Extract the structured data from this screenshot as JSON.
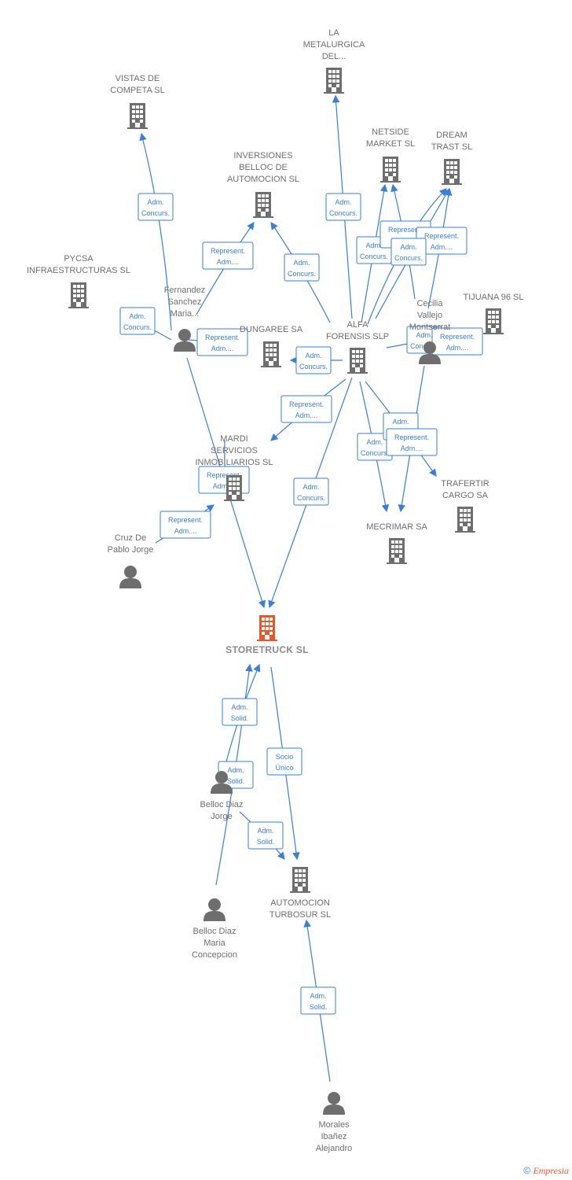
{
  "colors": {
    "edge": "#3a7fd5",
    "node": "#6e6e6e",
    "focus": "#e8572a"
  },
  "nodes": [
    {
      "id": "lametal",
      "kind": "company",
      "lines": [
        "LA",
        "METALURGICA",
        "DEL..."
      ]
    },
    {
      "id": "vistas",
      "kind": "company",
      "lines": [
        "VISTAS DE",
        "COMPETA SL"
      ]
    },
    {
      "id": "inversiones",
      "kind": "company",
      "lines": [
        "INVERSIONES",
        "BELLOC DE",
        "AUTOMOCION SL"
      ]
    },
    {
      "id": "netside",
      "kind": "company",
      "lines": [
        "NETSIDE",
        "MARKET SL"
      ]
    },
    {
      "id": "dream",
      "kind": "company",
      "lines": [
        "DREAM",
        "TRAST SL"
      ]
    },
    {
      "id": "pycsa",
      "kind": "company",
      "lines": [
        "PYCSA",
        "INFRAESTRUCTURAS SL"
      ]
    },
    {
      "id": "fernandez",
      "kind": "person",
      "lines": [
        "Fernandez",
        "Sanchez",
        "Maria..."
      ]
    },
    {
      "id": "dungaree",
      "kind": "company",
      "lines": [
        "DUNGAREE SA"
      ]
    },
    {
      "id": "alfa",
      "kind": "company",
      "lines": [
        "ALFA",
        "FORENSIS SLP"
      ]
    },
    {
      "id": "cecilia",
      "kind": "person",
      "lines": [
        "Cecilia",
        "Vallejo",
        "Montserrat"
      ]
    },
    {
      "id": "tijuana",
      "kind": "company",
      "lines": [
        "TIJUANA 96 SL"
      ]
    },
    {
      "id": "mardi",
      "kind": "company",
      "lines": [
        "MARDI",
        "SERVICIOS",
        "INMOBILIARIOS SL"
      ]
    },
    {
      "id": "trafertir",
      "kind": "company",
      "lines": [
        "TRAFERTIR",
        "CARGO SA"
      ]
    },
    {
      "id": "mecrimar",
      "kind": "company",
      "lines": [
        "MECRIMAR SA"
      ]
    },
    {
      "id": "cruz",
      "kind": "person",
      "lines": [
        "Cruz De",
        "Pablo Jorge"
      ]
    },
    {
      "id": "storetruck",
      "kind": "focus",
      "lines": [
        "STORETRUCK SL"
      ]
    },
    {
      "id": "bellocj",
      "kind": "person",
      "lines": [
        "Belloc Diaz",
        "Jorge"
      ]
    },
    {
      "id": "automocion",
      "kind": "company",
      "lines": [
        "AUTOMOCION",
        "TURBOSUR SL"
      ]
    },
    {
      "id": "bellocm",
      "kind": "person",
      "lines": [
        "Belloc Diaz",
        "Maria",
        "Concepcion"
      ]
    },
    {
      "id": "morales",
      "kind": "person",
      "lines": [
        "Morales",
        "Ibañez",
        "Alejandro"
      ]
    }
  ],
  "relations": [
    {
      "id": "r1",
      "lines": [
        "Adm.",
        "Concurs."
      ]
    },
    {
      "id": "r2",
      "lines": [
        "Represent.",
        "Adm...."
      ]
    },
    {
      "id": "r3",
      "lines": [
        "Adm.",
        "Concurs."
      ]
    },
    {
      "id": "r4",
      "lines": [
        "Adm.",
        "Concurs."
      ]
    },
    {
      "id": "r5",
      "lines": [
        "Represent.",
        "Adm...."
      ]
    },
    {
      "id": "r6",
      "lines": [
        "Adm.",
        "Concurs."
      ]
    },
    {
      "id": "r7",
      "lines": [
        "Adm.",
        "Concurs."
      ]
    },
    {
      "id": "r8",
      "lines": [
        "Represent.",
        "Adm...."
      ]
    },
    {
      "id": "r9",
      "lines": [
        "Adm.",
        "Concurs."
      ]
    },
    {
      "id": "r10",
      "lines": [
        "Represent.",
        "Adm...."
      ]
    },
    {
      "id": "r11",
      "lines": [
        "Adm.",
        "Concurs."
      ]
    },
    {
      "id": "r12",
      "lines": [
        "Adm.",
        "Concurs."
      ]
    },
    {
      "id": "r13",
      "lines": [
        "Represent.",
        "Adm...."
      ]
    },
    {
      "id": "r14",
      "lines": [
        "Adm.",
        "Concurs."
      ]
    },
    {
      "id": "r15",
      "lines": [
        "Represent.",
        "Adm...."
      ]
    },
    {
      "id": "r16",
      "lines": [
        "Represent.",
        "Adm...."
      ]
    },
    {
      "id": "r17",
      "lines": [
        "Adm.",
        "Concurs."
      ]
    },
    {
      "id": "r18",
      "lines": [
        "Adm.",
        "Concurs."
      ]
    },
    {
      "id": "r19",
      "lines": [
        "Adm.",
        "Concurs."
      ]
    },
    {
      "id": "r20",
      "lines": [
        "Represent.",
        "Adm...."
      ]
    },
    {
      "id": "r21",
      "lines": [
        "Adm.",
        "Solid."
      ]
    },
    {
      "id": "r22",
      "lines": [
        "Socio",
        "Único"
      ]
    },
    {
      "id": "r23",
      "lines": [
        "Adm.",
        "Solid."
      ]
    },
    {
      "id": "r24",
      "lines": [
        "Adm.",
        "Solid."
      ]
    },
    {
      "id": "r25",
      "lines": [
        "Adm.",
        "Solid."
      ]
    }
  ],
  "footer": {
    "copyright": "©",
    "brand": "Empresia"
  }
}
